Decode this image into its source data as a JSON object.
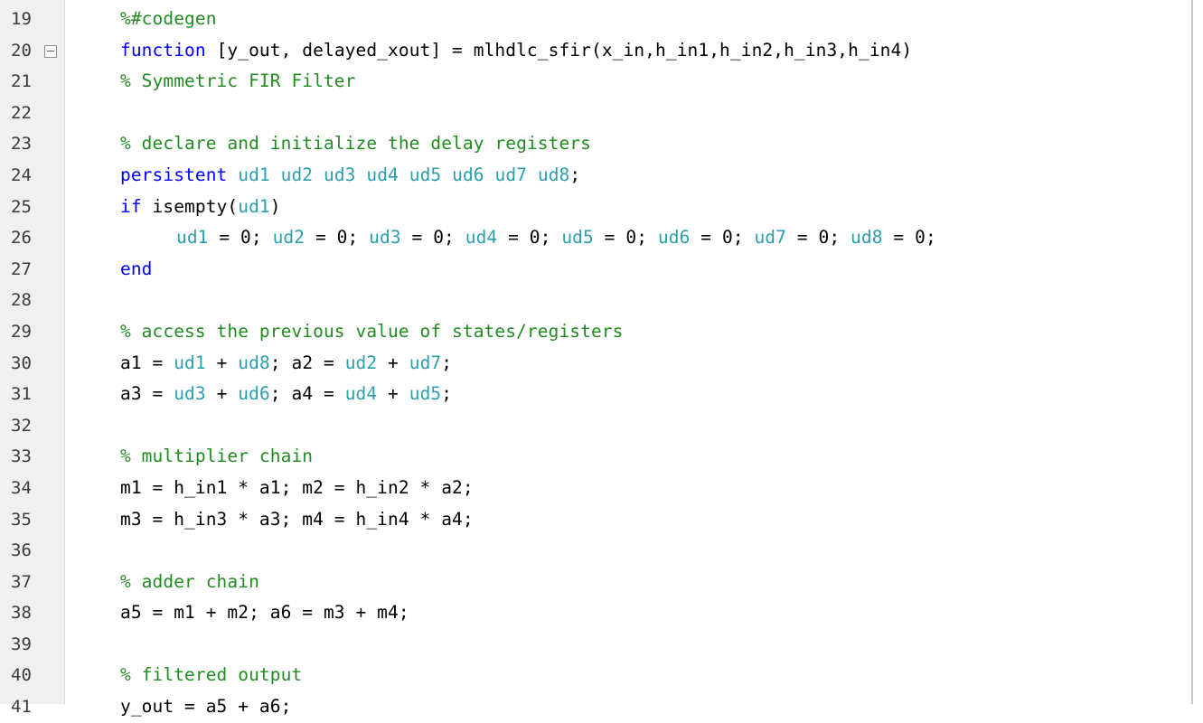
{
  "editor": {
    "colors": {
      "comment": "#228b22",
      "keyword": "#0000ff",
      "persistent_var": "#2b9fad",
      "text": "#000000",
      "gutter_bg": "#f0f0f0"
    },
    "lines": [
      {
        "number": "19",
        "fold": false,
        "indent": false,
        "tokens": [
          {
            "t": "%#codegen",
            "k": "comment"
          }
        ]
      },
      {
        "number": "20",
        "fold": true,
        "indent": false,
        "tokens": [
          {
            "t": "function",
            "k": "keyword"
          },
          {
            "t": " [y_out, delayed_xout] = mlhdlc_sfir(x_in,h_in1,h_in2,h_in3,h_in4)",
            "k": "plain"
          }
        ]
      },
      {
        "number": "21",
        "fold": false,
        "indent": false,
        "tokens": [
          {
            "t": "% Symmetric FIR Filter",
            "k": "comment"
          }
        ]
      },
      {
        "number": "22",
        "fold": false,
        "indent": false,
        "tokens": []
      },
      {
        "number": "23",
        "fold": false,
        "indent": false,
        "tokens": [
          {
            "t": "% declare and initialize the delay registers",
            "k": "comment"
          }
        ]
      },
      {
        "number": "24",
        "fold": false,
        "indent": false,
        "tokens": [
          {
            "t": "persistent",
            "k": "keyword"
          },
          {
            "t": " ",
            "k": "plain"
          },
          {
            "t": "ud1",
            "k": "persist"
          },
          {
            "t": " ",
            "k": "plain"
          },
          {
            "t": "ud2",
            "k": "persist"
          },
          {
            "t": " ",
            "k": "plain"
          },
          {
            "t": "ud3",
            "k": "persist"
          },
          {
            "t": " ",
            "k": "plain"
          },
          {
            "t": "ud4",
            "k": "persist"
          },
          {
            "t": " ",
            "k": "plain"
          },
          {
            "t": "ud5",
            "k": "persist"
          },
          {
            "t": " ",
            "k": "plain"
          },
          {
            "t": "ud6",
            "k": "persist"
          },
          {
            "t": " ",
            "k": "plain"
          },
          {
            "t": "ud7",
            "k": "persist"
          },
          {
            "t": " ",
            "k": "plain"
          },
          {
            "t": "ud8",
            "k": "persist"
          },
          {
            "t": ";",
            "k": "plain"
          }
        ]
      },
      {
        "number": "25",
        "fold": false,
        "indent": false,
        "tokens": [
          {
            "t": "if",
            "k": "keyword"
          },
          {
            "t": " isempty(",
            "k": "plain"
          },
          {
            "t": "ud1",
            "k": "persist"
          },
          {
            "t": ")",
            "k": "plain"
          }
        ]
      },
      {
        "number": "26",
        "fold": false,
        "indent": true,
        "tokens": [
          {
            "t": "ud1",
            "k": "persist"
          },
          {
            "t": " = 0; ",
            "k": "plain"
          },
          {
            "t": "ud2",
            "k": "persist"
          },
          {
            "t": " = 0; ",
            "k": "plain"
          },
          {
            "t": "ud3",
            "k": "persist"
          },
          {
            "t": " = 0; ",
            "k": "plain"
          },
          {
            "t": "ud4",
            "k": "persist"
          },
          {
            "t": " = 0; ",
            "k": "plain"
          },
          {
            "t": "ud5",
            "k": "persist"
          },
          {
            "t": " = 0; ",
            "k": "plain"
          },
          {
            "t": "ud6",
            "k": "persist"
          },
          {
            "t": " = 0; ",
            "k": "plain"
          },
          {
            "t": "ud7",
            "k": "persist"
          },
          {
            "t": " = 0; ",
            "k": "plain"
          },
          {
            "t": "ud8",
            "k": "persist"
          },
          {
            "t": " = 0;",
            "k": "plain"
          }
        ]
      },
      {
        "number": "27",
        "fold": false,
        "indent": false,
        "tokens": [
          {
            "t": "end",
            "k": "keyword"
          }
        ]
      },
      {
        "number": "28",
        "fold": false,
        "indent": false,
        "tokens": []
      },
      {
        "number": "29",
        "fold": false,
        "indent": false,
        "tokens": [
          {
            "t": "% access the previous value of states/registers",
            "k": "comment"
          }
        ]
      },
      {
        "number": "30",
        "fold": false,
        "indent": false,
        "tokens": [
          {
            "t": "a1 = ",
            "k": "plain"
          },
          {
            "t": "ud1",
            "k": "persist"
          },
          {
            "t": " + ",
            "k": "plain"
          },
          {
            "t": "ud8",
            "k": "persist"
          },
          {
            "t": "; a2 = ",
            "k": "plain"
          },
          {
            "t": "ud2",
            "k": "persist"
          },
          {
            "t": " + ",
            "k": "plain"
          },
          {
            "t": "ud7",
            "k": "persist"
          },
          {
            "t": ";",
            "k": "plain"
          }
        ]
      },
      {
        "number": "31",
        "fold": false,
        "indent": false,
        "tokens": [
          {
            "t": "a3 = ",
            "k": "plain"
          },
          {
            "t": "ud3",
            "k": "persist"
          },
          {
            "t": " + ",
            "k": "plain"
          },
          {
            "t": "ud6",
            "k": "persist"
          },
          {
            "t": "; a4 = ",
            "k": "plain"
          },
          {
            "t": "ud4",
            "k": "persist"
          },
          {
            "t": " + ",
            "k": "plain"
          },
          {
            "t": "ud5",
            "k": "persist"
          },
          {
            "t": ";",
            "k": "plain"
          }
        ]
      },
      {
        "number": "32",
        "fold": false,
        "indent": false,
        "tokens": []
      },
      {
        "number": "33",
        "fold": false,
        "indent": false,
        "tokens": [
          {
            "t": "% multiplier chain",
            "k": "comment"
          }
        ]
      },
      {
        "number": "34",
        "fold": false,
        "indent": false,
        "tokens": [
          {
            "t": "m1 = h_in1 * a1; m2 = h_in2 * a2;",
            "k": "plain"
          }
        ]
      },
      {
        "number": "35",
        "fold": false,
        "indent": false,
        "tokens": [
          {
            "t": "m3 = h_in3 * a3; m4 = h_in4 * a4;",
            "k": "plain"
          }
        ]
      },
      {
        "number": "36",
        "fold": false,
        "indent": false,
        "tokens": []
      },
      {
        "number": "37",
        "fold": false,
        "indent": false,
        "tokens": [
          {
            "t": "% adder chain",
            "k": "comment"
          }
        ]
      },
      {
        "number": "38",
        "fold": false,
        "indent": false,
        "tokens": [
          {
            "t": "a5 = m1 + m2; a6 = m3 + m4;",
            "k": "plain"
          }
        ]
      },
      {
        "number": "39",
        "fold": false,
        "indent": false,
        "tokens": []
      },
      {
        "number": "40",
        "fold": false,
        "indent": false,
        "tokens": [
          {
            "t": "% filtered output",
            "k": "comment"
          }
        ]
      },
      {
        "number": "41",
        "fold": false,
        "indent": false,
        "tokens": [
          {
            "t": "y_out = a5 + a6;",
            "k": "plain"
          }
        ]
      }
    ]
  }
}
